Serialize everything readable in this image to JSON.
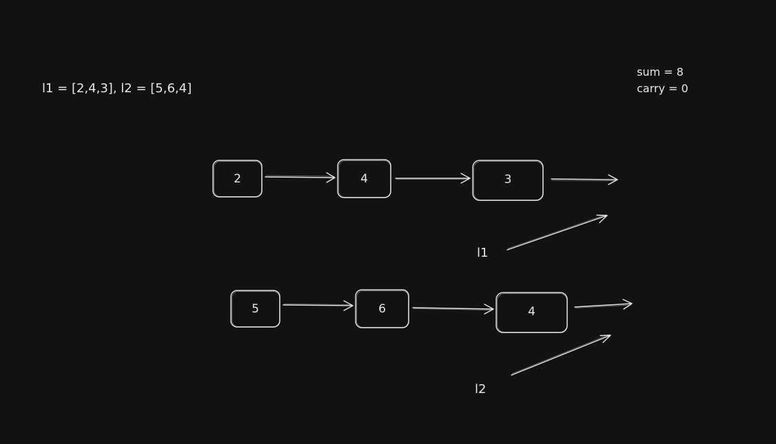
{
  "problem_text": "l1 = [2,4,3], l2 = [5,6,4]",
  "state": {
    "sum_text": "sum = 8",
    "carry_text": "carry = 0"
  },
  "lists": [
    {
      "label": "l1",
      "values": [
        "2",
        "4",
        "3"
      ]
    },
    {
      "label": "l2",
      "values": [
        "5",
        "6",
        "4"
      ]
    }
  ],
  "colors": {
    "background": "#121212",
    "stroke": "#e6e6e6"
  }
}
